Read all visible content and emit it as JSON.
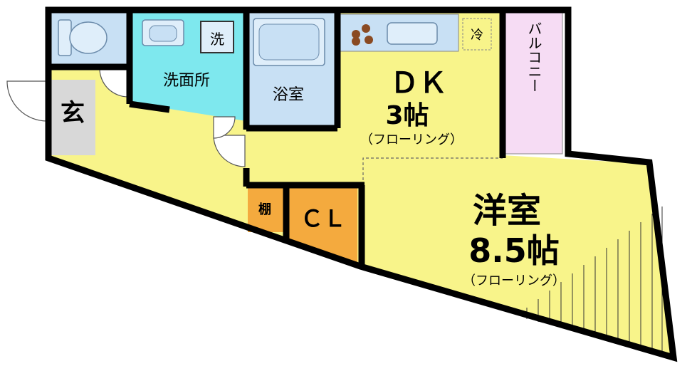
{
  "rooms": {
    "entrance": {
      "label": "玄"
    },
    "washroom": {
      "label": "洗面所"
    },
    "washer": {
      "label": "洗"
    },
    "bathroom": {
      "label": "浴室"
    },
    "fridge": {
      "label": "冷"
    },
    "balcony": {
      "label": "バルコニー"
    },
    "dk": {
      "label": "ＤＫ",
      "size": "3帖",
      "floor": "（フローリング）"
    },
    "western": {
      "label": "洋室",
      "size": "8.5帖",
      "floor": "（フローリング）"
    },
    "shelf": {
      "label": "棚"
    },
    "closet": {
      "label": "ＣＬ"
    }
  },
  "colors": {
    "floor_yellow": "#f8f48a",
    "wet_area_blue": "#c8e0f4",
    "washroom_cyan": "#7ee8ee",
    "balcony_pink": "#f6dcf4",
    "storage_orange": "#f4aa3e",
    "entrance_gray": "#d8d8d8",
    "wall": "#000000"
  }
}
